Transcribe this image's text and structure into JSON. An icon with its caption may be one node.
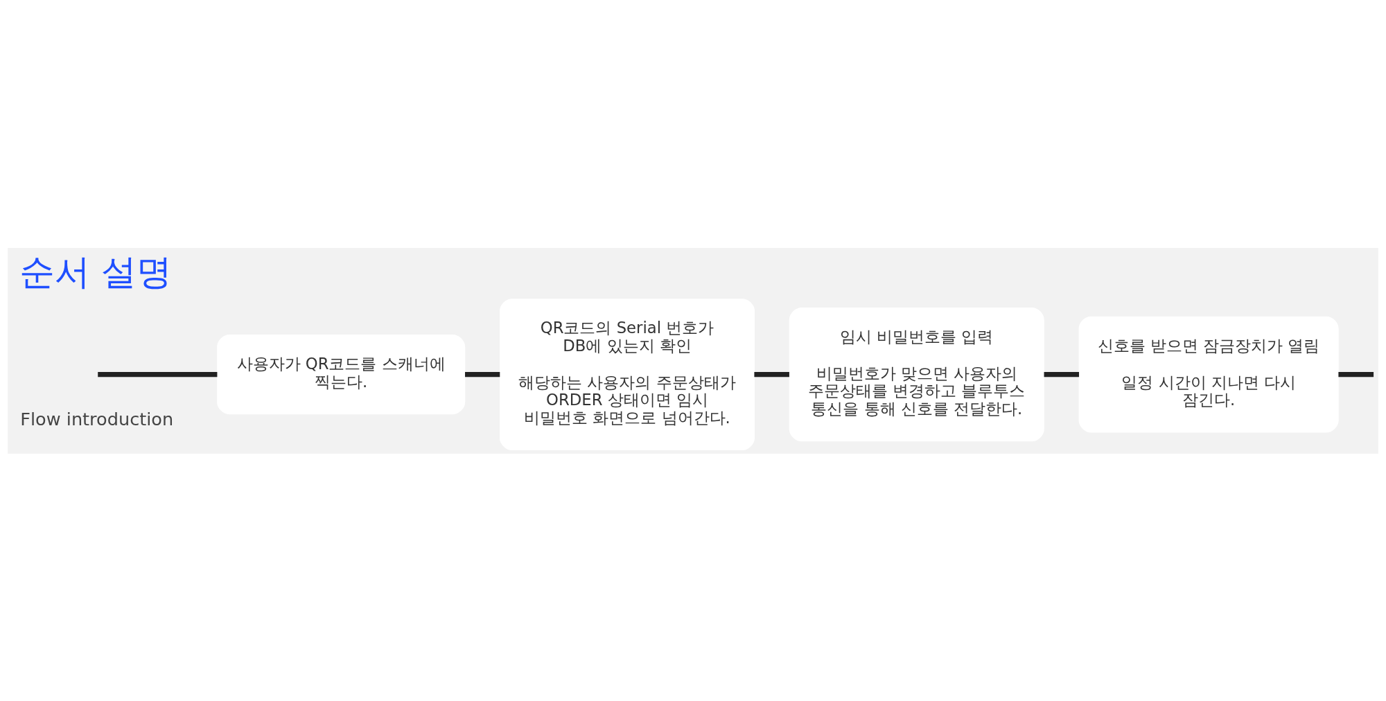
{
  "diagram": {
    "title": "순서 설명",
    "nodes": [
      {
        "text": [
          "사용자가 QR코드를 스캐너에 찍는다."
        ]
      },
      {
        "text": [
          "QR코드의 Serial 번호가 DB에 있는지 확인",
          "해당하는 사용자의 주문상태가 ORDER 상태이면 임시 비밀번호 화면으로 넘어간다."
        ]
      },
      {
        "text": [
          "임시 비밀번호를 입력",
          "비밀번호가 맞으면 사용자의 주문상태를 변경하고 블루투스 통신을 통해 신호를 전달한다."
        ]
      },
      {
        "text": [
          "신호를 받으면 잠금장치가 열림",
          "일정 시간이 지나면 다시 잠긴다."
        ]
      }
    ],
    "edges": [
      {
        "from": null,
        "to": 0,
        "arrow": "none"
      },
      {
        "from": 0,
        "to": 1,
        "arrow": "none"
      },
      {
        "from": 1,
        "to": 2,
        "arrow": "none"
      },
      {
        "from": 2,
        "to": 3,
        "arrow": "none"
      },
      {
        "from": 3,
        "to": null,
        "arrow": "none"
      }
    ],
    "labels": [
      "Flow introduction"
    ]
  }
}
